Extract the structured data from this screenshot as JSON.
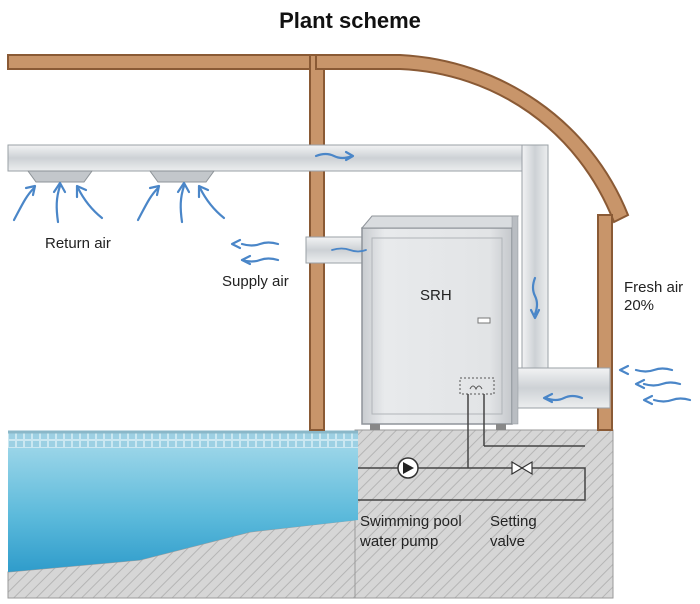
{
  "title": "Plant scheme",
  "labels": {
    "return_air": "Return  air",
    "supply_air": "Supply  air",
    "unit": "SRH",
    "fresh_air_1": "Fresh air",
    "fresh_air_2": "20%",
    "pump_1": "Swimming pool",
    "pump_2": "water pump",
    "valve_1": "Setting",
    "valve_2": "valve"
  },
  "colors": {
    "wall": "#c8956a",
    "wall_stroke": "#8a5a35",
    "duct": "#dde0e3",
    "duct_stroke": "#9aa0a6",
    "water": "#8fd0e6",
    "water_deep": "#3aa9d0",
    "tile": "#b5dbe8",
    "ground": "#cfcfcf",
    "unit": "#e4e6e8",
    "airflow": "#4a86c8"
  }
}
